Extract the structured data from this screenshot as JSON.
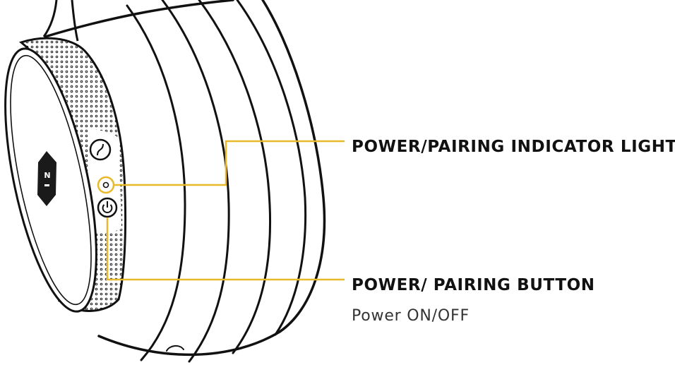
{
  "callouts": {
    "indicator_light": {
      "label": "POWER/PAIRING INDICATOR LIGHT"
    },
    "power_button": {
      "label": "POWER/ PAIRING BUTTON",
      "sublabel": "Power ON/OFF"
    }
  },
  "logo_text": "N",
  "colors": {
    "callout_line": "#e8b92b",
    "outline": "#111111",
    "background": "#ffffff"
  },
  "icons": [
    "power-icon",
    "voice-assistant-icon",
    "indicator-led-icon"
  ]
}
